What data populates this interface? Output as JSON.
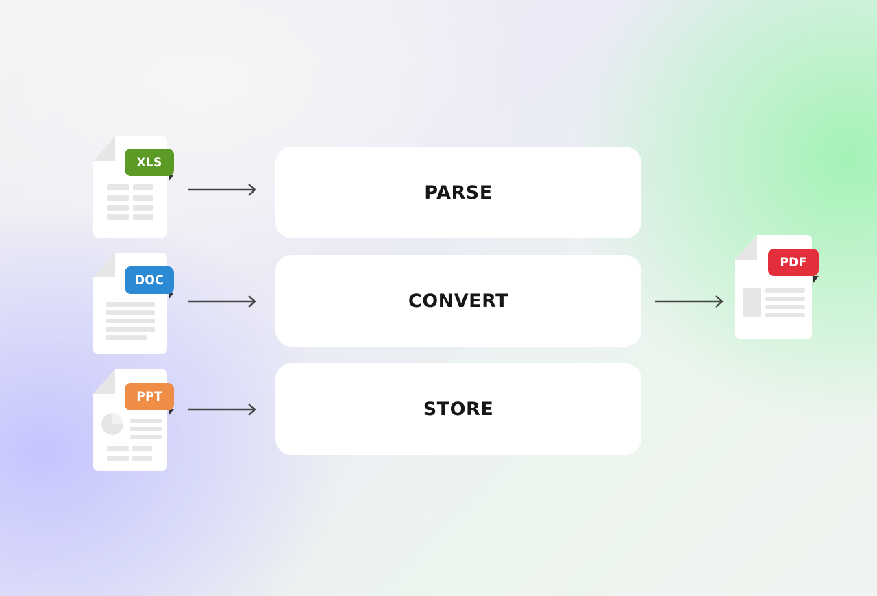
{
  "colors": {
    "xls": "#5a9a25",
    "doc": "#2b8ad3",
    "ppt": "#ef8c45",
    "pdf": "#e32e3b",
    "arrow": "#444444",
    "page": "#ffffff",
    "fold": "#e6e6e6",
    "lines": "#e6e6e6"
  },
  "inputs": [
    {
      "label": "XLS",
      "icon": "xls-file-icon",
      "color_key": "xls"
    },
    {
      "label": "DOC",
      "icon": "doc-file-icon",
      "color_key": "doc"
    },
    {
      "label": "PPT",
      "icon": "ppt-file-icon",
      "color_key": "ppt"
    }
  ],
  "steps": [
    {
      "label": "PARSE"
    },
    {
      "label": "CONVERT"
    },
    {
      "label": "STORE"
    }
  ],
  "output": {
    "label": "PDF",
    "icon": "pdf-file-icon",
    "color_key": "pdf"
  }
}
